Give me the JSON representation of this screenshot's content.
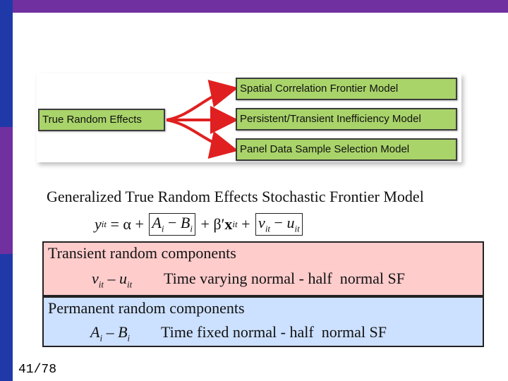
{
  "diagram": {
    "source": "True Random Effects",
    "targets": [
      "Spatial Correlation Frontier Model",
      "Persistent/Transient Inefficiency Model",
      "Panel Data Sample Selection Model"
    ],
    "box_color": "#a9d46a",
    "arrow_color": "#e02020"
  },
  "main_title": "Generalized True Random Effects Stochastic Frontier Model",
  "equation": {
    "y": "y",
    "it": "it",
    "eq": " = ",
    "alpha": "α",
    "plus": " + ",
    "A": "A",
    "i": "i",
    "minus": " − ",
    "B": "B",
    "beta": "β′",
    "x": "x",
    "v": "v",
    "u": "u"
  },
  "transient": {
    "title": "Transient random components",
    "sym_v": "v",
    "sub_it": "it",
    "minus": " – ",
    "sym_u": "u",
    "description": "Time varying normal - half  normal SF",
    "color": "#ffcccc"
  },
  "permanent": {
    "title": "Permanent random components",
    "sym_A": "A",
    "sub_i": "i",
    "minus": " – ",
    "sym_B": "B",
    "description": "Time fixed normal - half  normal SF",
    "color": "#cce0ff"
  },
  "page_number": "41/78"
}
